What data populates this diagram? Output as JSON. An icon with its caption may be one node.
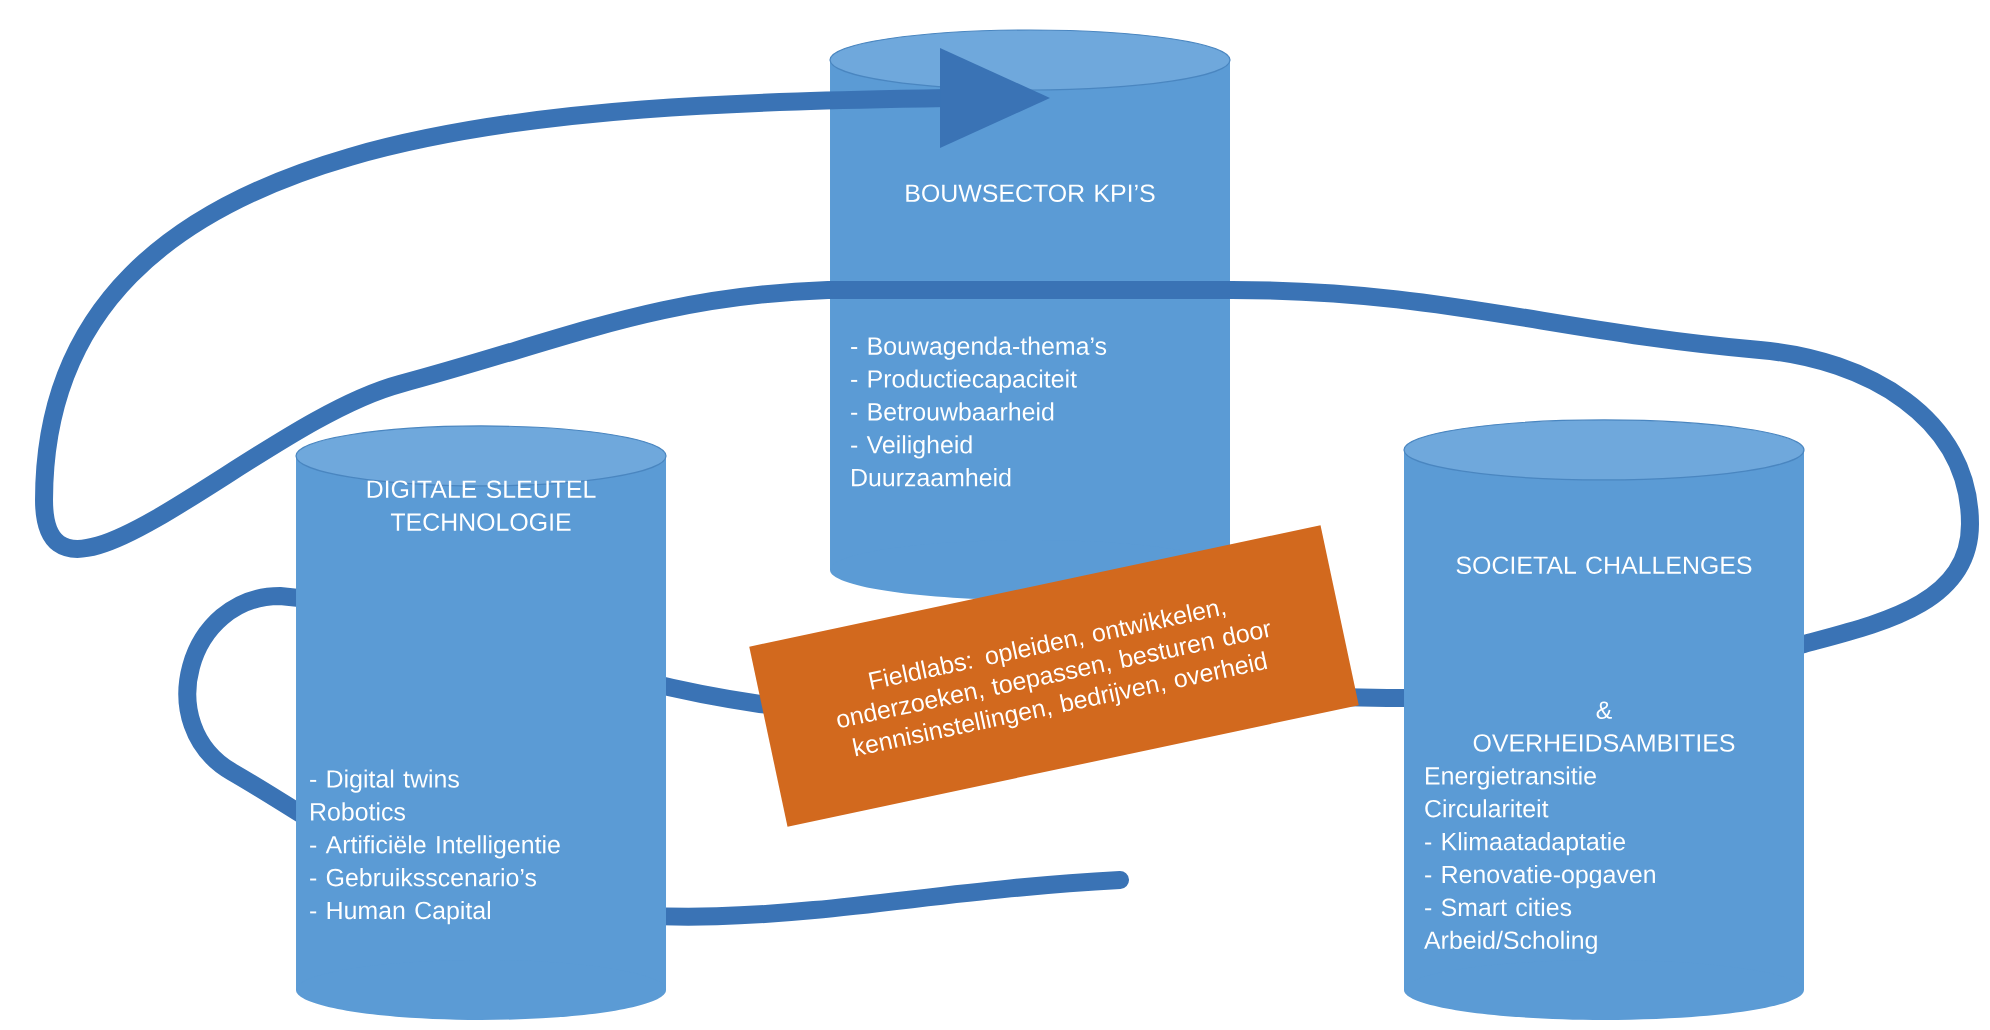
{
  "diagram": {
    "nodes": [
      {
        "text": [
          "BOUWSECTOR KPI’S",
          "- Bouwagenda-thema’s",
          "- Productiecapaciteit",
          "- Betrouwbaarheid",
          "- Veiligheid",
          "Duurzaamheid"
        ]
      },
      {
        "text": [
          "DIGITALE SLEUTEL TECHNOLOGIE",
          "- Digital twins",
          "Robotics",
          "- Artificiële Intelligentie",
          "- Gebruiksscenario’s",
          "- Human Capital"
        ]
      },
      {
        "text": [
          "SOCIETAL CHALLENGES",
          "&",
          "OVERHEIDSAMBITIES",
          "Energietransitie",
          "Circulariteit",
          "- Klimaatadaptatie",
          "- Renovatie-opgaven",
          "- Smart cities",
          "Arbeid/Scholing"
        ]
      },
      {
        "text": [
          "Fieldlabs: opleiden, ontwikkelen, onderzoeken, toepassen, besturen door kennisinstellingen, bedrijven, overheid"
        ]
      }
    ]
  }
}
